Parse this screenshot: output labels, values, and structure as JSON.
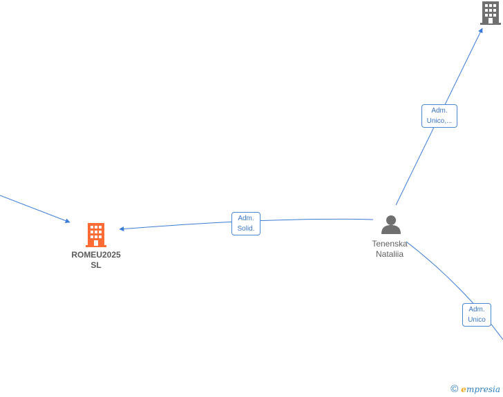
{
  "colors": {
    "edge": "#3a7bd5",
    "company_highlight": "#ff6b35",
    "company_default": "#6f6f6f",
    "person": "#6f6f6f",
    "label_bold": "#5a5a5a"
  },
  "nodes": {
    "romeu": {
      "line1": "ROMEU2025",
      "line2": "SL",
      "icon": "building-icon"
    },
    "person": {
      "line1": "Tenenska",
      "line2": "Nataliia",
      "icon": "person-icon"
    },
    "top_company": {
      "icon": "building-icon"
    }
  },
  "edges": {
    "solid": {
      "line1": "Adm.",
      "line2": "Solid."
    },
    "unico_top": {
      "line1": "Adm.",
      "line2": "Unico,..."
    },
    "unico_bottom": {
      "line1": "Adm.",
      "line2": "Unico"
    }
  },
  "watermark": {
    "symbol": "©",
    "brand_first": "e",
    "brand_rest": "mpresia"
  }
}
